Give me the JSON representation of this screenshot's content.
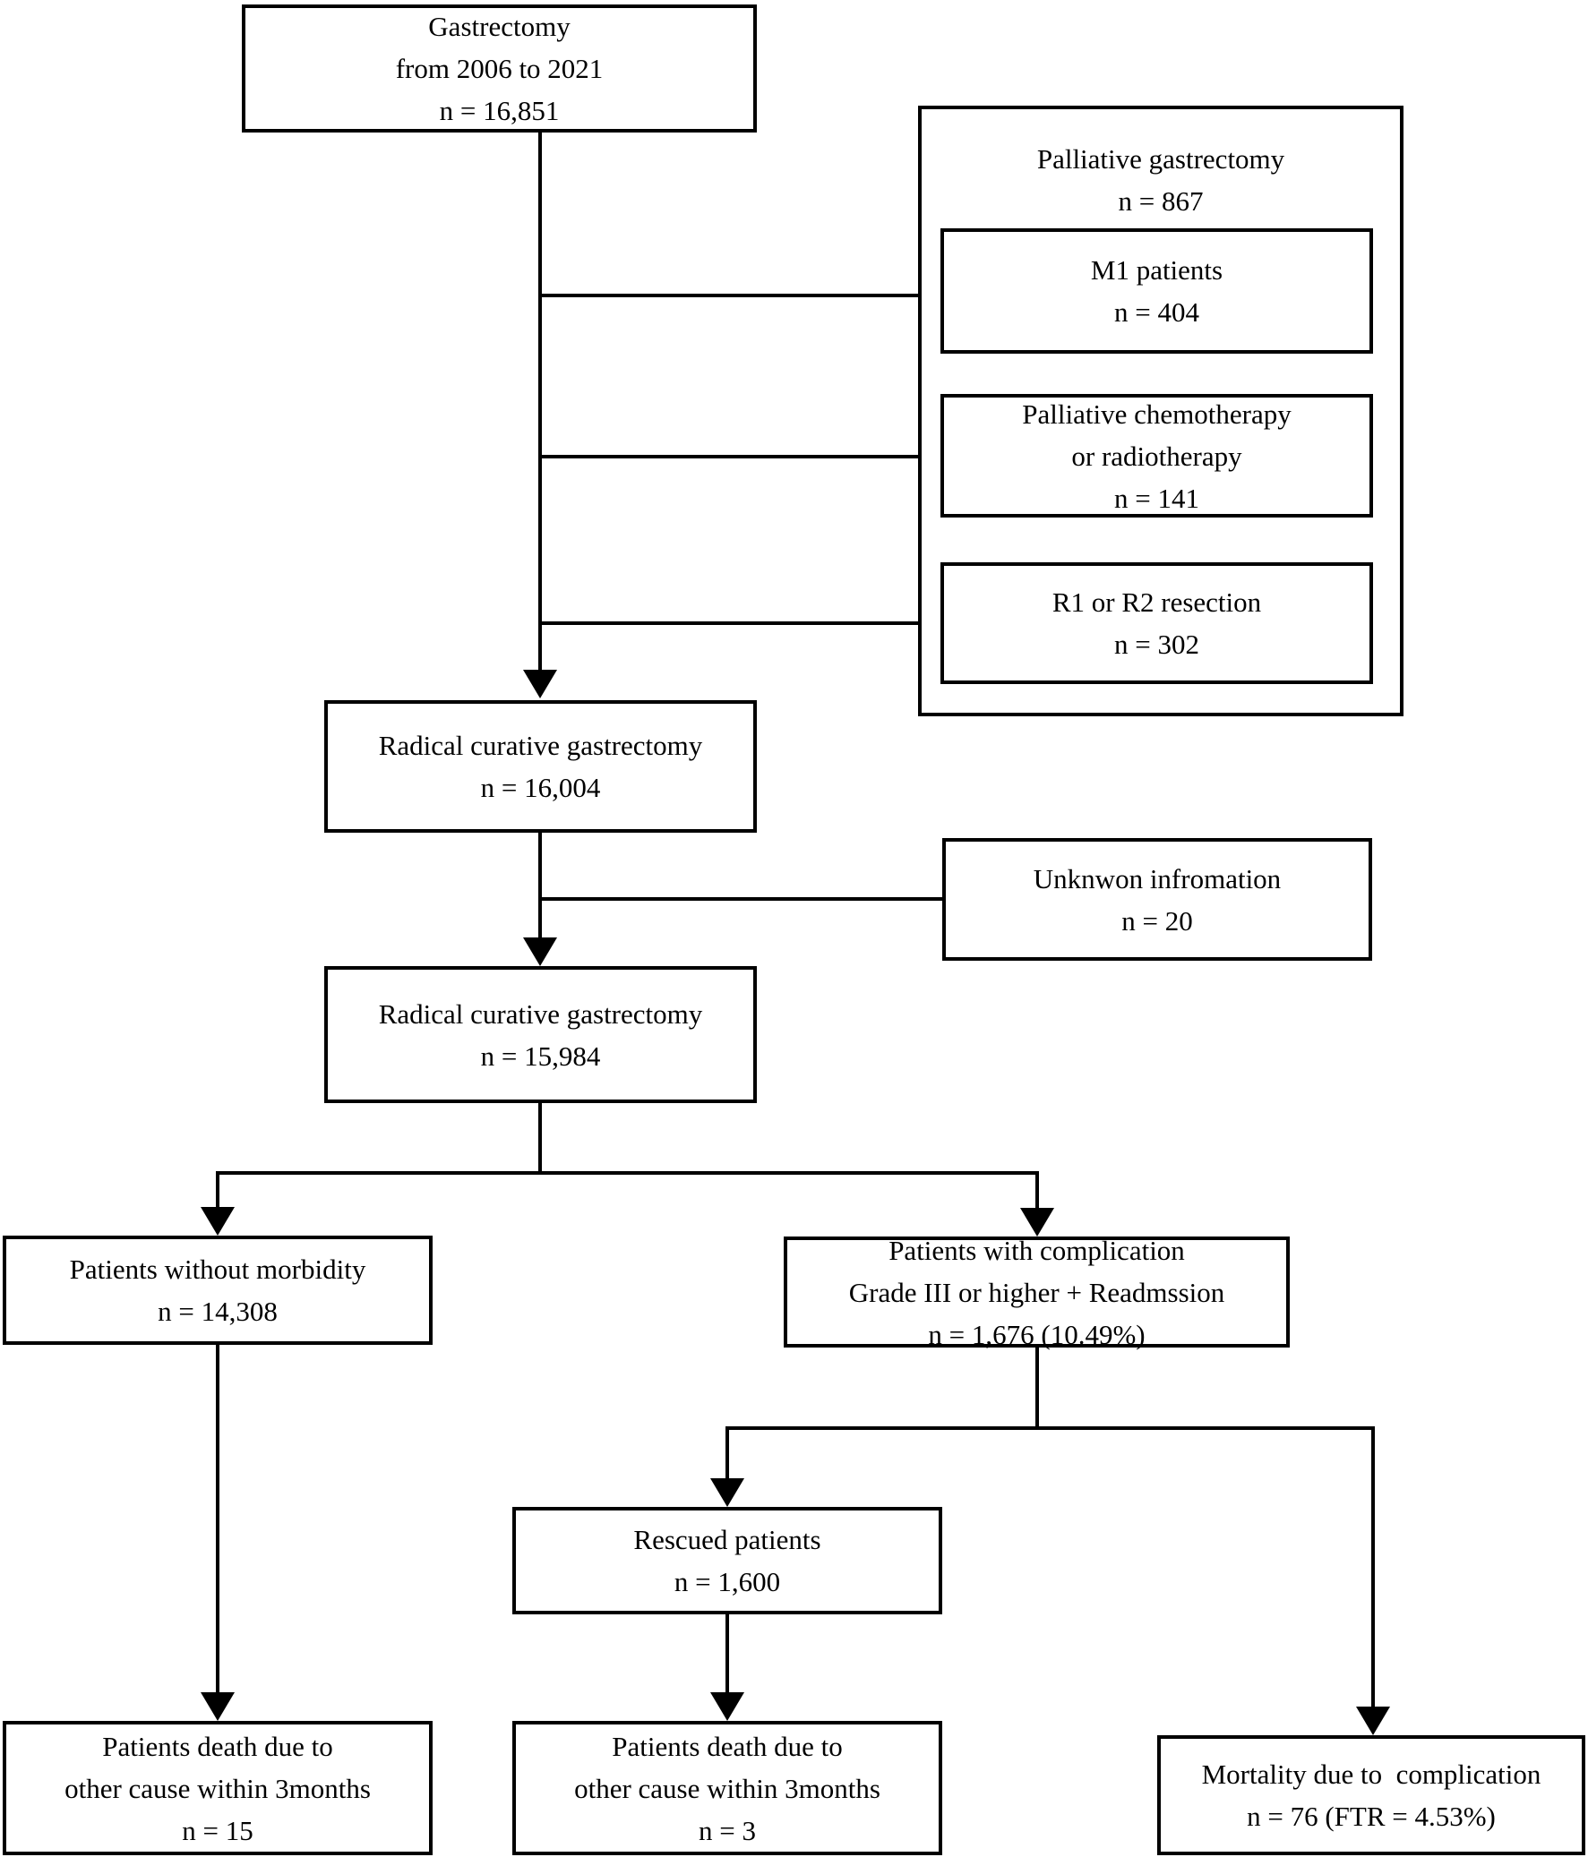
{
  "figure": {
    "background": "#ffffff",
    "line_color": "#000000",
    "description": "Patient selection flow diagram for gastrectomy cohort"
  },
  "nodes": {
    "gastrectomy_total": {
      "lines": [
        "Gastrectomy",
        "from 2006 to 2021",
        "n = 16,851"
      ]
    },
    "palliative_group": {
      "lines": [
        "Palliative gastrectomy",
        "n = 867"
      ]
    },
    "m1_patients": {
      "lines": [
        "M1 patients",
        "n = 404"
      ]
    },
    "palliative_chemo": {
      "lines": [
        "Palliative chemotherapy",
        "or radiotherapy",
        "n = 141"
      ]
    },
    "r1_r2_resection": {
      "lines": [
        "R1 or R2 resection",
        "n = 302"
      ]
    },
    "radical_16004": {
      "lines": [
        "Radical curative gastrectomy",
        "n = 16,004"
      ]
    },
    "unknown_information": {
      "lines": [
        "Unknwon infromation",
        "n = 20"
      ]
    },
    "radical_15984": {
      "lines": [
        "Radical curative gastrectomy",
        "n = 15,984"
      ]
    },
    "without_morbidity": {
      "lines": [
        "Patients without morbidity",
        "n = 14,308"
      ]
    },
    "with_complication": {
      "lines": [
        "Patients with complication",
        "Grade III or higher + Readmssion",
        "n = 1,676 (10.49%)"
      ]
    },
    "rescued_patients": {
      "lines": [
        "Rescued patients",
        "n = 1,600"
      ]
    },
    "death_other_cause_15": {
      "lines": [
        "Patients death due to",
        "other cause within 3months",
        "n = 15"
      ]
    },
    "death_other_cause_3": {
      "lines": [
        "Patients death due to",
        "other cause within 3months",
        "n = 3"
      ]
    },
    "mortality_complication": {
      "lines": [
        "Mortality due to  complication",
        "n = 76 (FTR = 4.53%)"
      ]
    }
  }
}
